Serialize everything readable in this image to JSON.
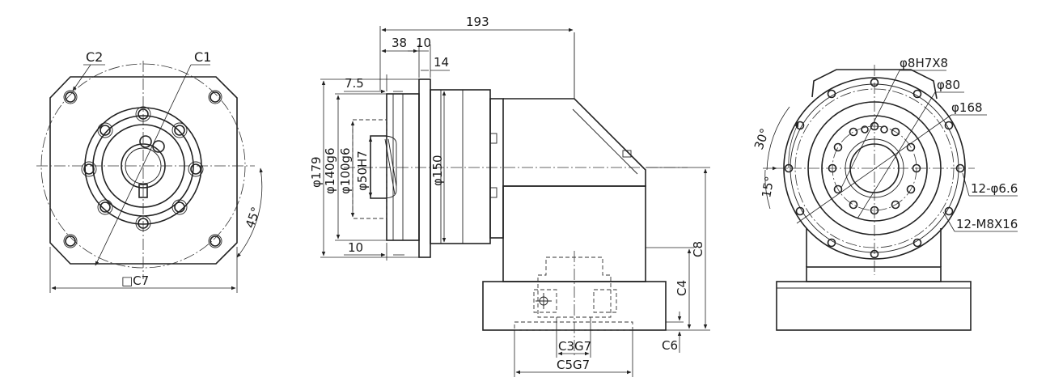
{
  "front_view": {
    "labels": {
      "c2": "C2",
      "c1": "C1",
      "angle_45": "45°",
      "square_c7": "□C7"
    }
  },
  "side_view": {
    "dims": {
      "d193": "193",
      "d38": "38",
      "d10_top": "10",
      "d14": "14",
      "d7_5": "7.5",
      "phi179": "φ179",
      "phi140": "φ140g6",
      "phi100": "φ100g6",
      "phi50": "φ50H7",
      "phi150": "φ150",
      "d10_bottom": "10",
      "c8": "C8",
      "c4": "C4",
      "c3": "C3G7",
      "c5": "C5G7",
      "c6": "C6"
    }
  },
  "rear_view": {
    "labels": {
      "phi8": "φ8H7X8",
      "phi80": "φ80",
      "phi168": "φ168",
      "holes_66": "12-φ6.6",
      "holes_m8": "12-M8X16",
      "angle_30": "30°",
      "angle_15": "15°"
    }
  }
}
